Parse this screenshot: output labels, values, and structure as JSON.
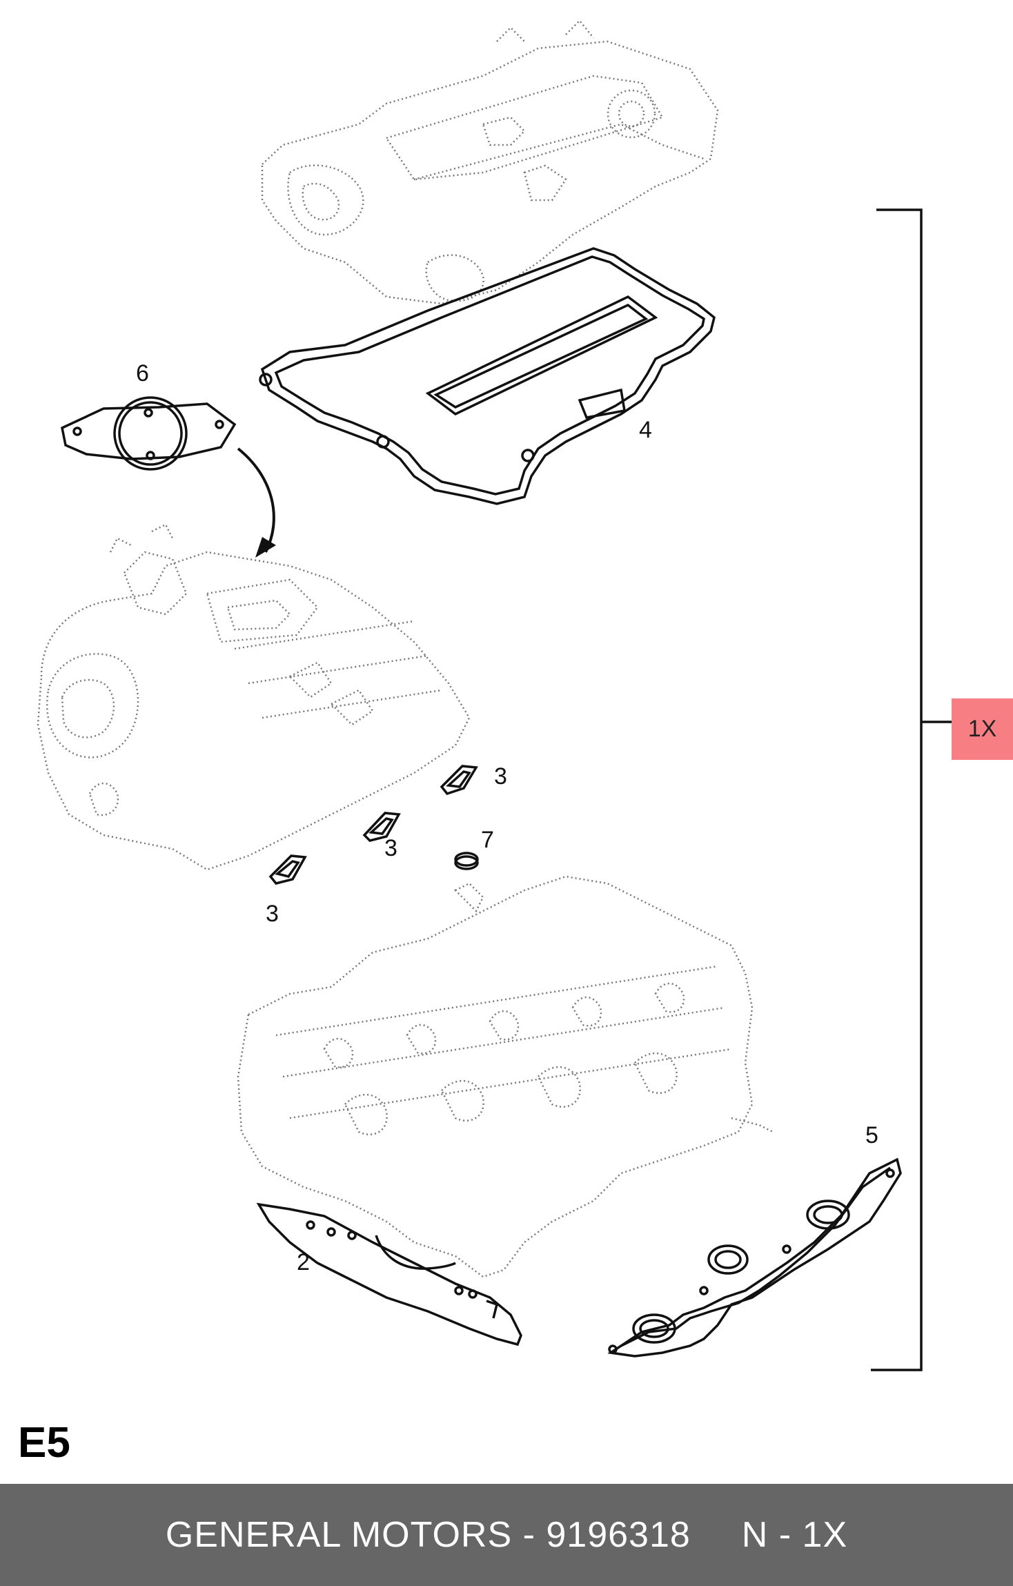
{
  "diagram": {
    "callouts": {
      "c2": "2",
      "c3a": "3",
      "c3b": "3",
      "c3c": "3",
      "c4": "4",
      "c5": "5",
      "c6": "6",
      "c7": "7"
    },
    "bracket_label": "1X",
    "page_code": "E5"
  },
  "footer": {
    "brand_part": "GENERAL MOTORS - 9196318",
    "quantity": "N - 1X"
  },
  "colors": {
    "badge": "#f77f84",
    "footer_bg": "#666666",
    "footer_text": "#ffffff"
  }
}
